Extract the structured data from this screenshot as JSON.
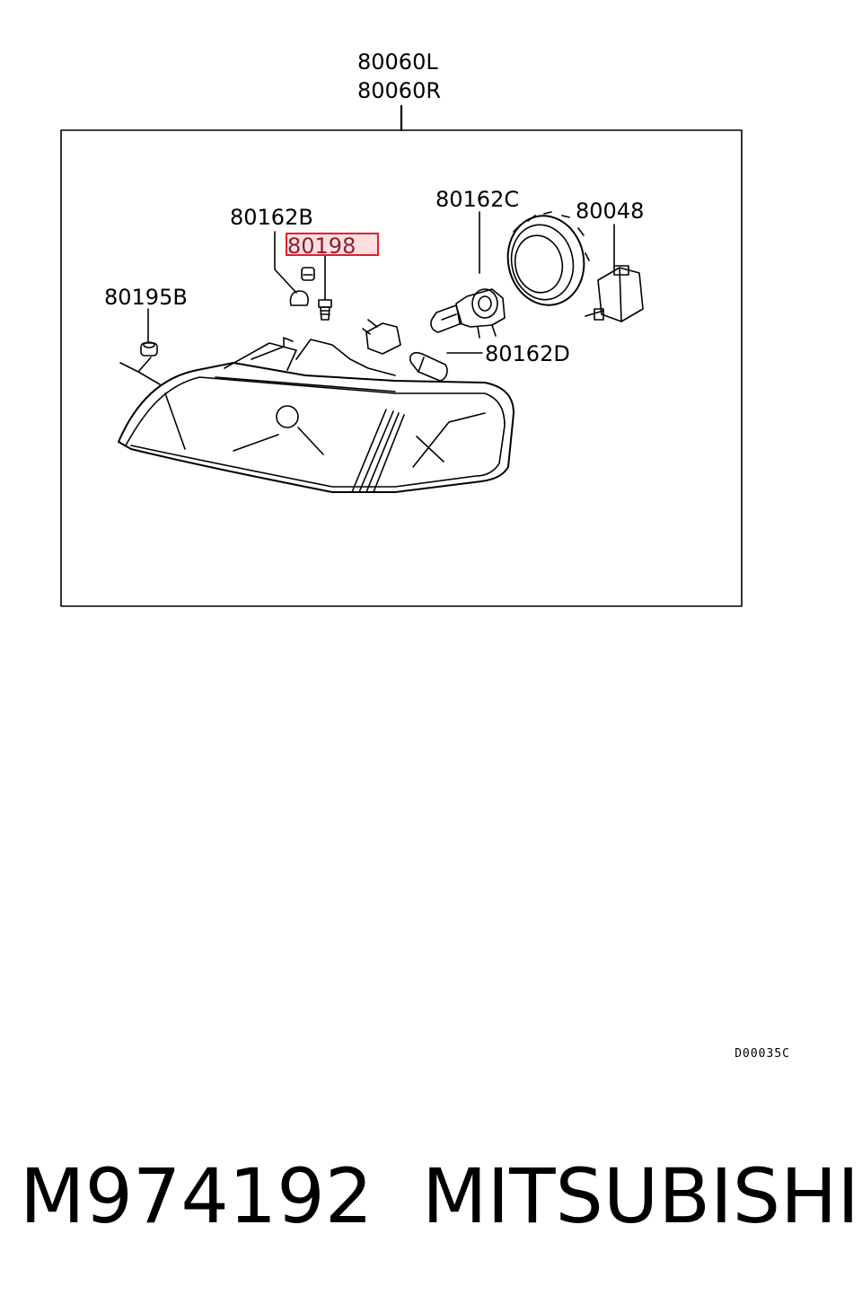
{
  "diagram": {
    "assembly_labels": [
      "80060L",
      "80060R"
    ],
    "callouts": {
      "part_80162B": "80162B",
      "part_80198": "80198",
      "part_80195B": "80195B",
      "part_80162C": "80162C",
      "part_80048": "80048",
      "part_80162D": "80162D"
    },
    "drawing_code": "D00035C",
    "highlight_color": "#e0202a"
  },
  "footer": {
    "part_number": "M974192",
    "brand": "MITSUBISHI"
  }
}
